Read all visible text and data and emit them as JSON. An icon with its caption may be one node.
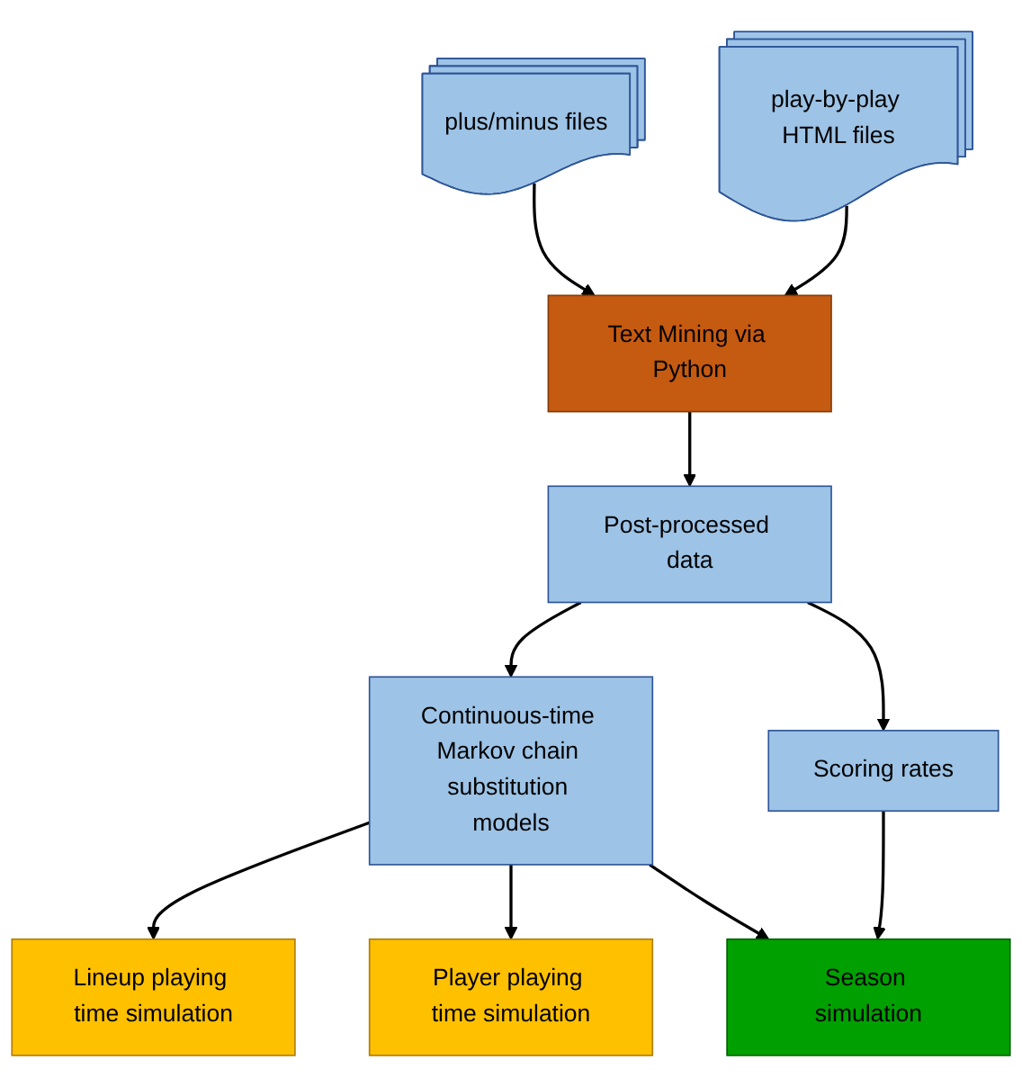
{
  "diagram": {
    "nodes": [
      {
        "text": [
          "plus/minus files"
        ]
      },
      {
        "text": [
          "Text Mining via Python"
        ]
      },
      {
        "text": [
          "Post-processed data"
        ]
      },
      {
        "text": [
          "play-by-play HTML files"
        ]
      },
      {
        "text": [
          "Continuous-time Markov chain substitution models"
        ]
      },
      {
        "text": [
          "Scoring rates"
        ]
      },
      {
        "text": [
          "Lineup playing time simulation"
        ]
      },
      {
        "text": [
          "Player playing time simulation"
        ]
      },
      {
        "text": [
          "Season simulation"
        ]
      }
    ],
    "edges": [
      {
        "from": 0,
        "to": 1,
        "arrow": "to"
      },
      {
        "from": 3,
        "to": 1,
        "arrow": "to"
      },
      {
        "from": 1,
        "to": 2,
        "arrow": "to"
      },
      {
        "from": 2,
        "to": 4,
        "arrow": "to"
      },
      {
        "from": 2,
        "to": 5,
        "arrow": "to"
      },
      {
        "from": 4,
        "to": 6,
        "arrow": "to"
      },
      {
        "from": 4,
        "to": 7,
        "arrow": "to"
      },
      {
        "from": 4,
        "to": 8,
        "arrow": "to"
      },
      {
        "from": 5,
        "to": 8,
        "arrow": "to"
      }
    ]
  }
}
